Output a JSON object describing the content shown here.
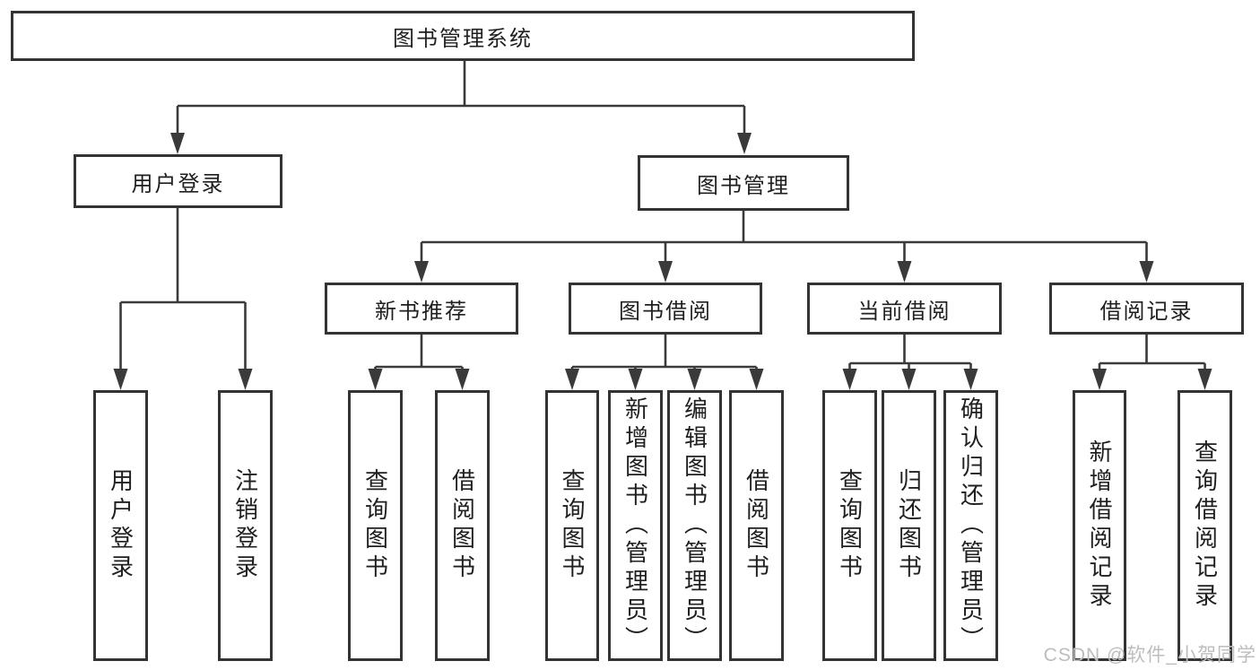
{
  "tree": {
    "root": {
      "label": "图书管理系统"
    },
    "branches": [
      {
        "label": "用户登录",
        "children": [
          {
            "label": "用户登录"
          },
          {
            "label": "注销登录"
          }
        ]
      },
      {
        "label": "图书管理",
        "children": [
          {
            "label": "新书推荐",
            "children": [
              {
                "label": "查询图书"
              },
              {
                "label": "借阅图书"
              }
            ]
          },
          {
            "label": "图书借阅",
            "children": [
              {
                "label": "查询图书"
              },
              {
                "label": "新增图书（管理员）"
              },
              {
                "label": "编辑图书（管理员）"
              },
              {
                "label": "借阅图书"
              }
            ]
          },
          {
            "label": "当前借阅",
            "children": [
              {
                "label": "查询图书"
              },
              {
                "label": "归还图书"
              },
              {
                "label": "确认归还（管理员）"
              }
            ]
          },
          {
            "label": "借阅记录",
            "children": [
              {
                "label": "新增借阅记录"
              },
              {
                "label": "查询借阅记录"
              }
            ]
          }
        ]
      }
    ]
  },
  "watermark": {
    "text": "CSDN @软件_小贺同学"
  },
  "colors": {
    "line": "#3a3a3a",
    "box_border": "#333333",
    "text": "#1f1f1f",
    "background": "#ffffff",
    "watermark": "#bdbdbd"
  }
}
